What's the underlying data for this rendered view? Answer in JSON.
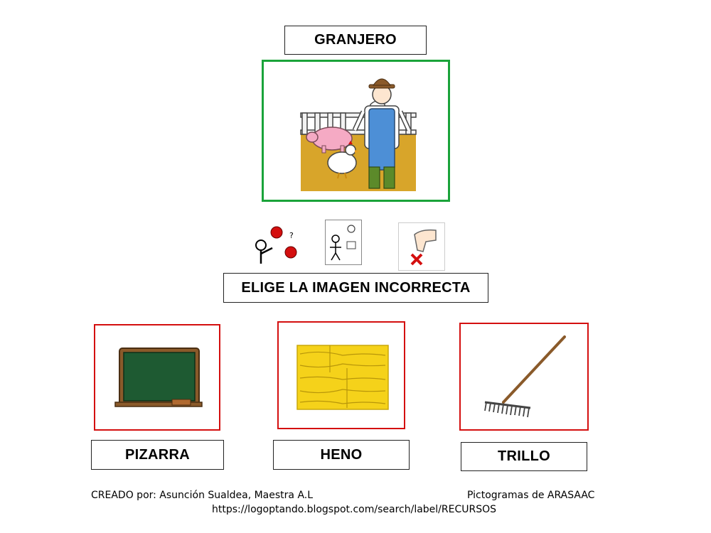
{
  "title": "GRANJERO",
  "instruction": "ELIGE LA IMAGEN INCORRECTA",
  "icons": {
    "main_picture": "farmer-icon",
    "step_icons": [
      "choose-icon",
      "picture-card-icon",
      "incorrect-icon"
    ]
  },
  "options": [
    {
      "label": "PIZARRA",
      "icon": "chalkboard-icon"
    },
    {
      "label": "HENO",
      "icon": "hay-bale-icon"
    },
    {
      "label": "TRILLO",
      "icon": "rake-icon"
    }
  ],
  "colors": {
    "main_border": "#1aa33a",
    "option_border": "#d40f0f"
  },
  "footer": {
    "credit": "CREADO por: Asunción Sualdea, Maestra A.L",
    "pictograms": "Pictogramas de ARASAAC",
    "url": "https://logoptando.blogspot.com/search/label/RECURSOS"
  }
}
